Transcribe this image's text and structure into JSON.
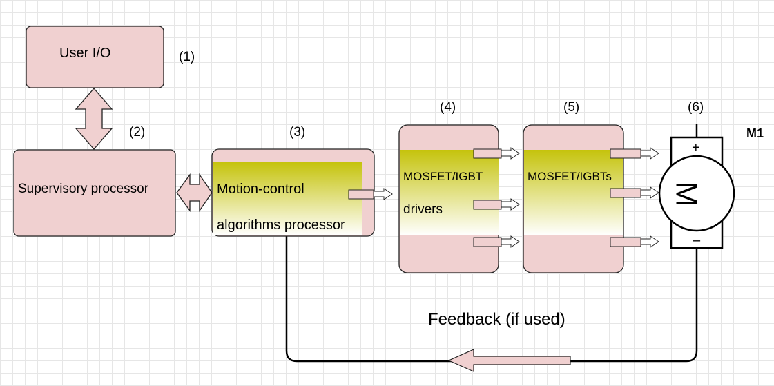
{
  "colors": {
    "block_fill": "#f0d0d0",
    "block_stroke": "#222222",
    "highlight_top": "#c5c30c",
    "highlight_bottom": "#ffffff",
    "feedback_line": "#000000"
  },
  "blocks": {
    "user_io": {
      "label": "User I/O",
      "number": "(1)"
    },
    "supervisory": {
      "label": "Supervisory processor",
      "number": "(2)"
    },
    "motion": {
      "label_line1": "Motion-control",
      "label_line2": "algorithms processor",
      "number": "(3)"
    },
    "drivers": {
      "label_line1": "MOSFET/IGBT",
      "label_line2": "drivers",
      "number": "(4)"
    },
    "power": {
      "label": "MOSFET/IGBTs",
      "number": "(5)"
    },
    "motor": {
      "symbol": "M",
      "number": "(6)",
      "name": "M1",
      "plus": "+",
      "minus": "–"
    }
  },
  "feedback": {
    "label": "Feedback (if used)"
  }
}
